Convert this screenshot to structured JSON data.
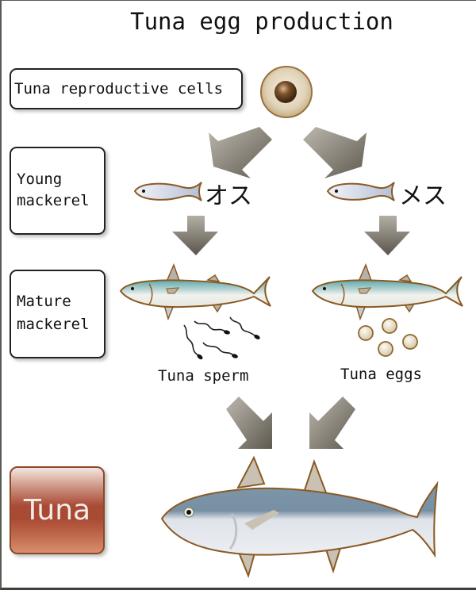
{
  "title": "Tuna egg production",
  "row_labels": {
    "reproductive_cells": "Tuna reproductive cells",
    "young_mackerel_line1": "Young",
    "young_mackerel_line2": "mackerel",
    "mature_mackerel_line1": "Mature",
    "mature_mackerel_line2": "mackerel",
    "tuna": "Tuna"
  },
  "young_fish": {
    "male_label": "オス",
    "female_label": "メス"
  },
  "products": {
    "sperm_label": "Tuna sperm",
    "eggs_label": "Tuna eggs"
  },
  "colors": {
    "tuna_box": "#a94a35",
    "arrow": "#6e6a60",
    "outline": "#8a5a24",
    "mackerel_back": "#3f9a9a",
    "tuna_back": "#7890a4",
    "cell": "#d8c7a6",
    "nucleus": "#6a4420"
  },
  "icons": {
    "cell": "reproductive-cell-icon",
    "small_fish": "young-mackerel-icon",
    "mackerel": "mature-mackerel-icon",
    "sperm": "sperm-icon",
    "eggs": "egg-icon",
    "tuna": "tuna-fish-icon",
    "arrow": "arrow-icon"
  }
}
